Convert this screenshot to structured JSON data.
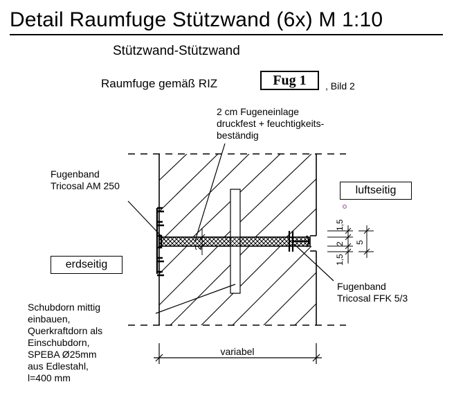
{
  "title": "Detail Raumfuge Stützwand (6x)  M 1:10",
  "subtitle": "Stützwand-Stützwand",
  "riz_text": "Raumfuge gemäß RIZ",
  "fug_label": "Fug 1",
  "bild_text": ", Bild 2",
  "annotations": {
    "fugeneinlage": [
      "2 cm Fugeneinlage",
      "druckfest + feuchtigkeits-",
      "beständig"
    ],
    "fugenband_left": [
      "Fugenband",
      "Tricosal AM 250"
    ],
    "fugenband_right": [
      "Fugenband",
      "Tricosal FFK 5/3"
    ],
    "schubdorn": [
      "Schubdorn mittig",
      "einbauen,",
      "Querkraftdorn als",
      "Einschubdorn,",
      "SPEBA Ø25mm",
      "aus Edlestahl,",
      "l=400 mm"
    ]
  },
  "side_labels": {
    "left": "erdseitig",
    "right": "luftseitig"
  },
  "dimensions": {
    "width": "variabel",
    "gap": "2",
    "right_top": "1,5",
    "right_mid": "2",
    "right_bottom": "1,5",
    "right_outer": "5"
  }
}
